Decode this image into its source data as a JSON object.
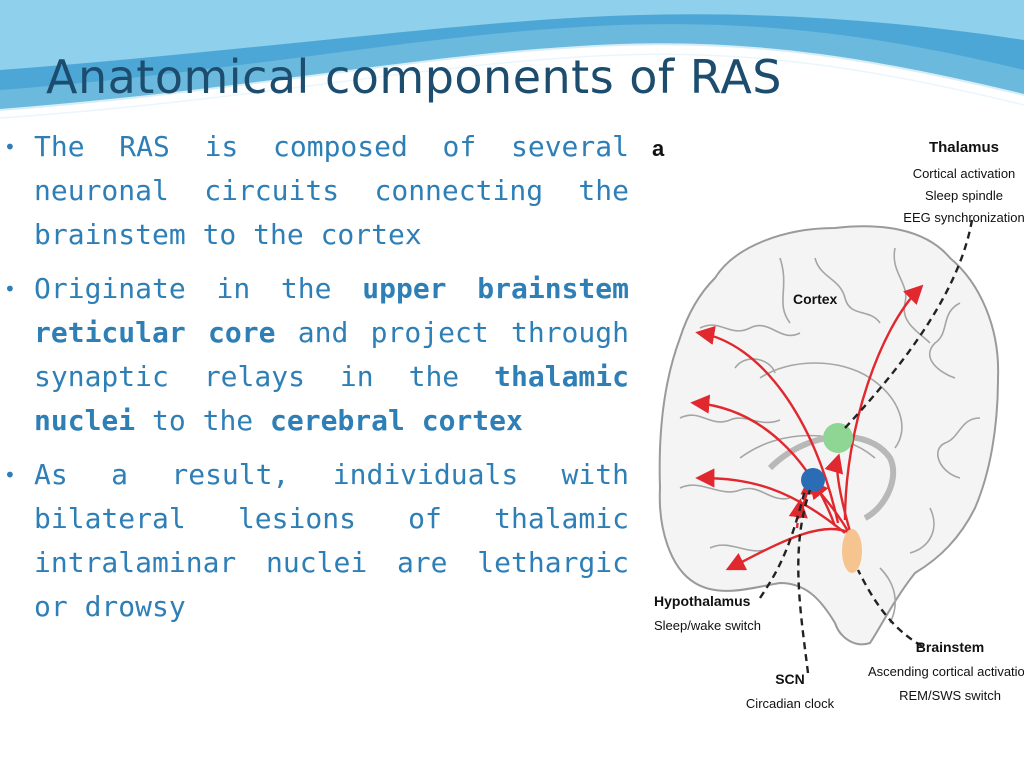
{
  "slide": {
    "title": "Anatomical components of RAS",
    "bullets": [
      {
        "segments": [
          {
            "text": "The RAS is composed of several neuronal circuits connecting the brainstem  to the cortex",
            "bold": false
          }
        ]
      },
      {
        "segments": [
          {
            "text": "Originate in the ",
            "bold": false
          },
          {
            "text": "upper brainstem reticular core",
            "bold": true
          },
          {
            "text": " and project through synaptic relays in the ",
            "bold": false
          },
          {
            "text": "thalamic nuclei",
            "bold": true
          },
          {
            "text": " to the ",
            "bold": false
          },
          {
            "text": "cerebral cortex",
            "bold": true
          }
        ]
      },
      {
        "segments": [
          {
            "text": "As a result, individuals with bilateral lesions of thalamic intralaminar nuclei are lethargic or drowsy",
            "bold": false
          }
        ]
      }
    ]
  },
  "figure": {
    "panel_letter": "a",
    "labels": {
      "thalamus": "Thalamus",
      "thalamus_1": "Cortical activation",
      "thalamus_2": "Sleep spindle",
      "thalamus_3": "EEG synchronization",
      "cortex": "Cortex",
      "hypothalamus": "Hypothalamus",
      "hypothalamus_1": "Sleep/wake switch",
      "scn": "SCN",
      "scn_1": "Circadian clock",
      "brainstem": "Brainstem",
      "brainstem_1": "Ascending cortical activation",
      "brainstem_2": "REM/SWS switch"
    },
    "colors": {
      "thalamus": "#8fd694",
      "hypothalamus": "#2a6db5",
      "brainstem": "#f6c48e",
      "arrows": "#e0282e",
      "brain_outline": "#9a9a9a"
    }
  }
}
